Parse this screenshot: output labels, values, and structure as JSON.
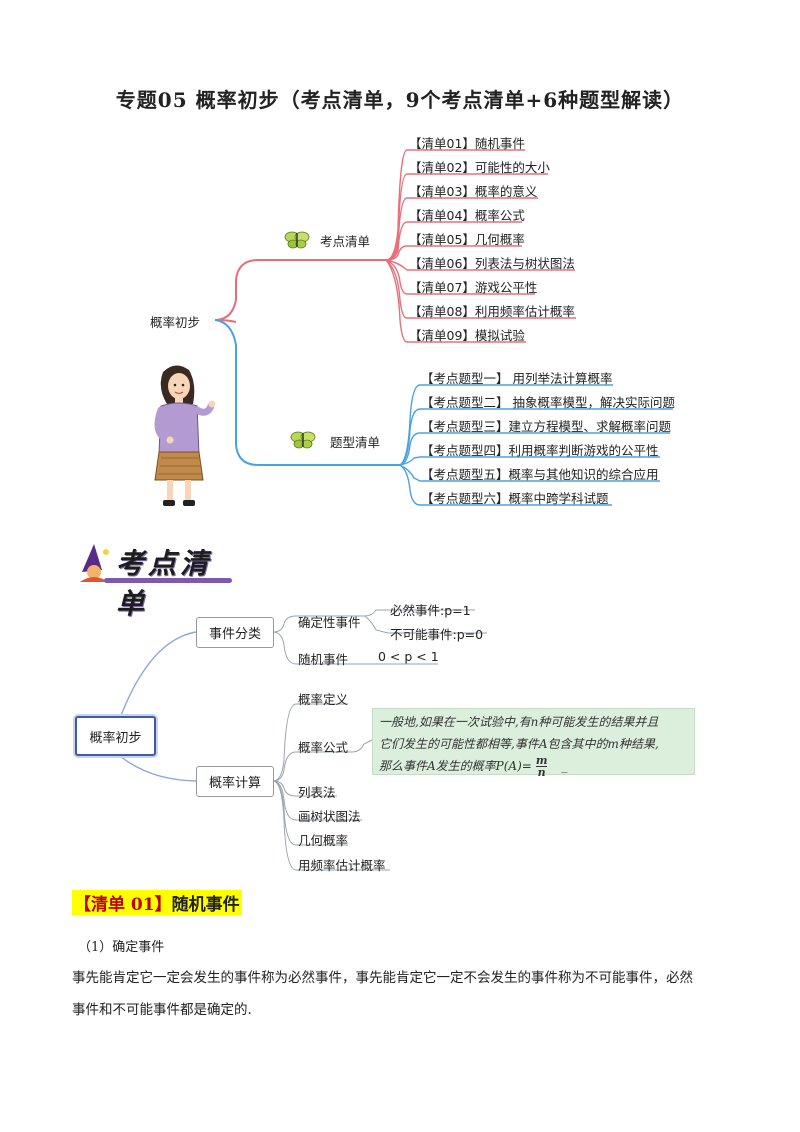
{
  "title": "专题05  概率初步（考点清单，9个考点清单+6种题型解读）",
  "mindmap1": {
    "root": "概率初步",
    "branch_checklist": "考点清单",
    "branch_types": "题型清单",
    "checklist": [
      "【清单01】随机事件",
      "【清单02】可能性的大小",
      "【清单03】概率的意义",
      "【清单04】概率公式",
      "【清单05】几何概率",
      "【清单06】列表法与树状图法",
      "【清单07】游戏公平性",
      "【清单08】利用频率估计概率",
      "【清单09】模拟试验"
    ],
    "types": [
      "【考点题型一】 用列举法计算概率",
      "【考点题型二】 抽象概率模型，解决实际问题",
      "【考点题型三】建立方程模型、求解概率问题",
      "【考点题型四】利用概率判断游戏的公平性",
      "【考点题型五】概率与其他知识的综合应用",
      "【考点题型六】概率中跨学科试题"
    ],
    "colors": {
      "upper": "#e86f7a",
      "lower": "#4aa3df"
    }
  },
  "banner": "考点清单",
  "mindmap2": {
    "root": "概率初步",
    "event_class": "事件分类",
    "certain": "确定性事件",
    "sure_event": "必然事件:p=1",
    "impossible_event": "不可能事件:p=0",
    "random": "随机事件",
    "random_range": "0 < p < 1",
    "prob_calc": "概率计算",
    "prob_def": "概率定义",
    "prob_formula": "概率公式",
    "formula_text_1": "一般地,如果在一次试验中,有n种可能发生的结果并且",
    "formula_text_2": "它们发生的可能性都相等,事件A包含其中的m种结果,",
    "formula_text_3": "那么事件A发生的概率P(A)=",
    "frac_num": "m",
    "frac_den": "n",
    "frac_tail": "_",
    "methods": [
      "列表法",
      "画树状图法",
      "几何概率",
      "用频率估计概率"
    ]
  },
  "section": {
    "bracket": "【清单 01】",
    "title": "随机事件"
  },
  "sub1": "（1）确定事件",
  "para1": "事先能肯定它一定会发生的事件称为必然事件，事先能肯定它一定不会发生的事件称为不可能事件，必然",
  "para2": "事件和不可能事件都是确定的."
}
